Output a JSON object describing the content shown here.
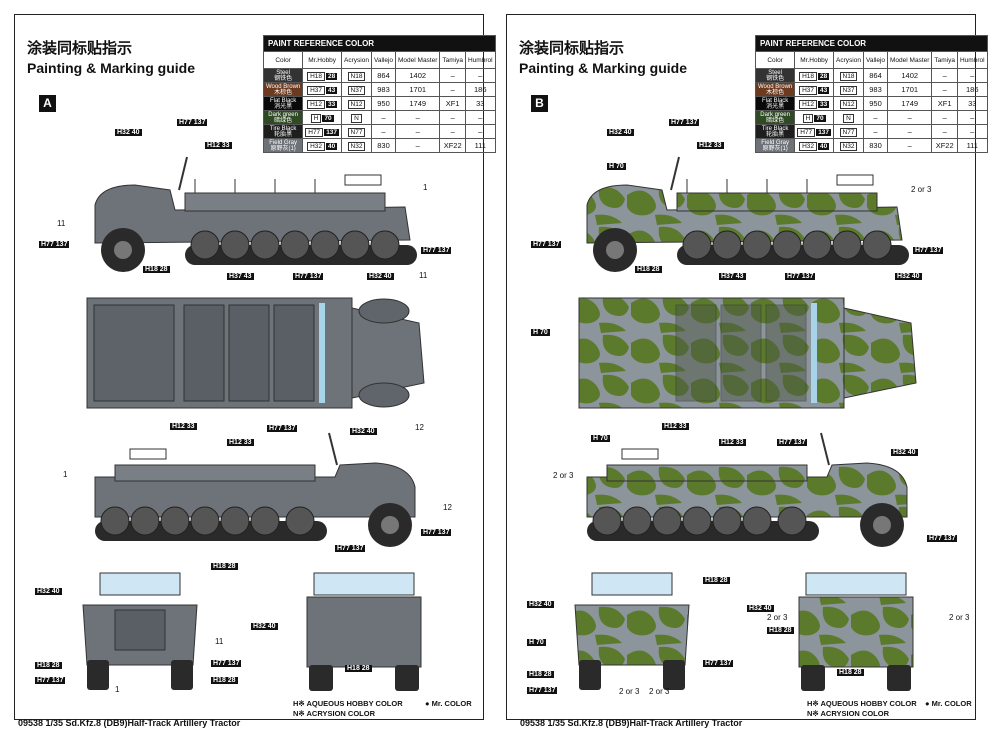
{
  "title_cn": "涂装同标贴指示",
  "title_en": "Painting & Marking guide",
  "ref_title": "PAINT REFERENCE COLOR",
  "ref_headers": [
    "Color",
    "Mr.Hobby",
    "Acrysion",
    "Vallejo",
    "Model Master",
    "Tamiya",
    "Humbrol"
  ],
  "ref_rows": [
    {
      "en": "Steel",
      "cn": "钢铁色",
      "color": "#333333",
      "mh": "H18",
      "mh2": "28",
      "acr": "N18",
      "val": "864",
      "mm": "1402",
      "tam": "–",
      "hum": "–"
    },
    {
      "en": "Wood Brown",
      "cn": "木棕色",
      "color": "#6b3a1f",
      "mh": "H37",
      "mh2": "43",
      "acr": "N37",
      "val": "983",
      "mm": "1701",
      "tam": "–",
      "hum": "186"
    },
    {
      "en": "Flat Black",
      "cn": "消光黑",
      "color": "#0a0a0a",
      "mh": "H12",
      "mh2": "33",
      "acr": "N12",
      "val": "950",
      "mm": "1749",
      "tam": "XF1",
      "hum": "33"
    },
    {
      "en": "Dark green",
      "cn": "暗绿色",
      "color": "#2f4a25",
      "mh": "H",
      "mh2": "70",
      "acr": "N",
      "val": "–",
      "mm": "–",
      "tam": "–",
      "hum": "–"
    },
    {
      "en": "Tire Black",
      "cn": "轮胎黑",
      "color": "#1e1e1e",
      "mh": "H77",
      "mh2": "137",
      "acr": "N77",
      "val": "–",
      "mm": "–",
      "tam": "–",
      "hum": "–"
    },
    {
      "en": "Field Gray",
      "cn": "原野灰(1)",
      "color": "#6d7178",
      "mh": "H32",
      "mh2": "40",
      "acr": "N32",
      "val": "830",
      "mm": "–",
      "tam": "XF22",
      "hum": "111"
    }
  ],
  "sheet_a": {
    "badge": "A",
    "scheme": "gray"
  },
  "sheet_b": {
    "badge": "B",
    "scheme": "camo"
  },
  "callouts": {
    "h18_28": "H18 28",
    "h12_33": "H12 33",
    "h77_137": "H77 137",
    "h32_40": "H32 40",
    "h37_43": "H37 43",
    "h70": "H 70",
    "n11": "11",
    "n12": "12",
    "n1": "1",
    "n2or3": "2 or 3"
  },
  "legend_a": {
    "line1": "H※ AQUEOUS HOBBY COLOR",
    "line2": "N※ ACRYSION COLOR",
    "mr": "Mr. COLOR"
  },
  "legend_b": {
    "line1": "H※ AQUEOUS HOBBY COLOR",
    "line2": "N※ ACRYSION COLOR",
    "mr": "Mr. COLOR"
  },
  "footer": "09538 1/35 Sd.Kfz.8 (DB9)Half-Track Artillery Tractor",
  "colors": {
    "gray": "#6e737a",
    "gray_dark": "#4d5157",
    "tire": "#2a2a2a",
    "camo_green": "#5b7a2c",
    "camo_gray": "#8c949c"
  }
}
